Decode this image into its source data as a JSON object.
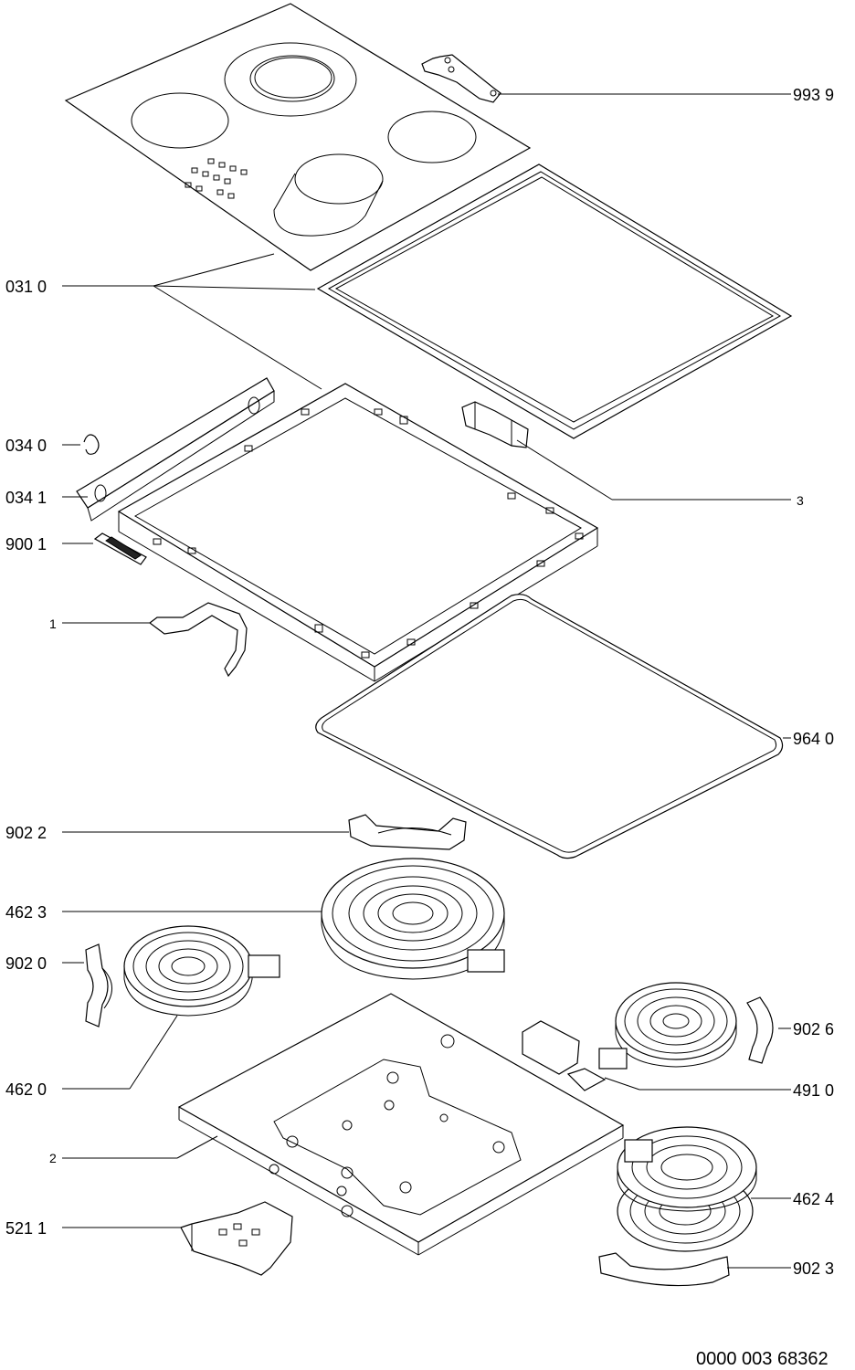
{
  "labels": {
    "p9939": "993 9",
    "p0310": "031 0",
    "p0340": "034 0",
    "p0341": "034 1",
    "p9001": "900 1",
    "p1": "1",
    "p3": "3",
    "p9640": "964 0",
    "p9022": "902 2",
    "p4623": "462 3",
    "p9020": "902 0",
    "p9026": "902 6",
    "p4620": "462 0",
    "p4910": "491 0",
    "p2": "2",
    "p4624": "462 4",
    "p5211": "521 1",
    "p9023": "902 3"
  },
  "footer": {
    "code": "0000 003 68362"
  }
}
